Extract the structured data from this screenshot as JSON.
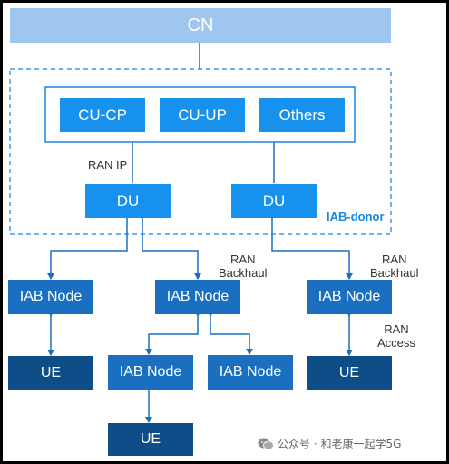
{
  "colors": {
    "cn_bg": "#9ec6ef",
    "core_blue": "#1691ee",
    "iab_blue": "#1a6fc0",
    "ue_blue": "#0f4d89",
    "line": "#1a6fc0",
    "dashed": "#3f9ae8",
    "donor_label": "#1a86e0"
  },
  "diagram": {
    "cn": "CN",
    "cu_cp": "CU-CP",
    "cu_up": "CU-UP",
    "others": "Others",
    "ran_ip": "RAN IP",
    "du_left": "DU",
    "du_right": "DU",
    "iab_donor": "IAB-donor",
    "ran_backhaul_1": "RAN\nBackhaul",
    "ran_backhaul_2": "RAN\nBackhaul",
    "ran_access": "RAN\nAccess",
    "iab_node_1": "IAB Node",
    "iab_node_2": "IAB Node",
    "iab_node_3": "IAB Node",
    "iab_node_4": "IAB Node",
    "iab_node_5": "IAB Node",
    "ue_1": "UE",
    "ue_2": "UE",
    "ue_3": "UE"
  },
  "watermark": {
    "icon": "wechat-icon",
    "text": "公众号 · 和老康一起学5G"
  }
}
